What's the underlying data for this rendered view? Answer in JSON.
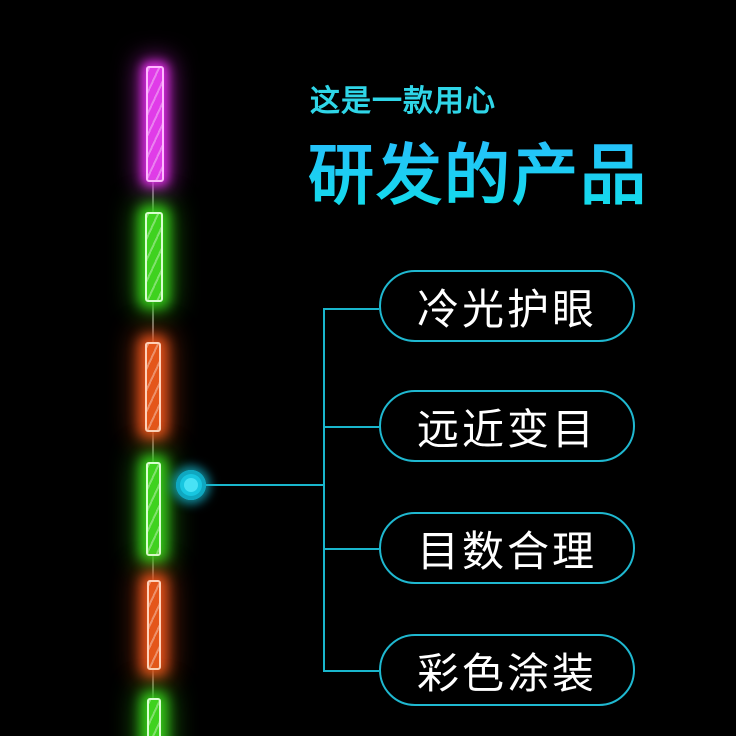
{
  "heading": {
    "subtitle": "这是一款用心",
    "title": "研发的产品"
  },
  "features": [
    {
      "label": "冷光护眼"
    },
    {
      "label": "远近变目"
    },
    {
      "label": "目数合理"
    },
    {
      "label": "彩色涂装"
    }
  ],
  "colors": {
    "accent": "#1fb8d0",
    "title_gradient_start": "#2bb8ff",
    "title_gradient_end": "#10e0e8",
    "background": "#000000",
    "segment_magenta": "#e03ce8",
    "segment_green": "#3fd21f",
    "segment_orange": "#e4561a"
  }
}
